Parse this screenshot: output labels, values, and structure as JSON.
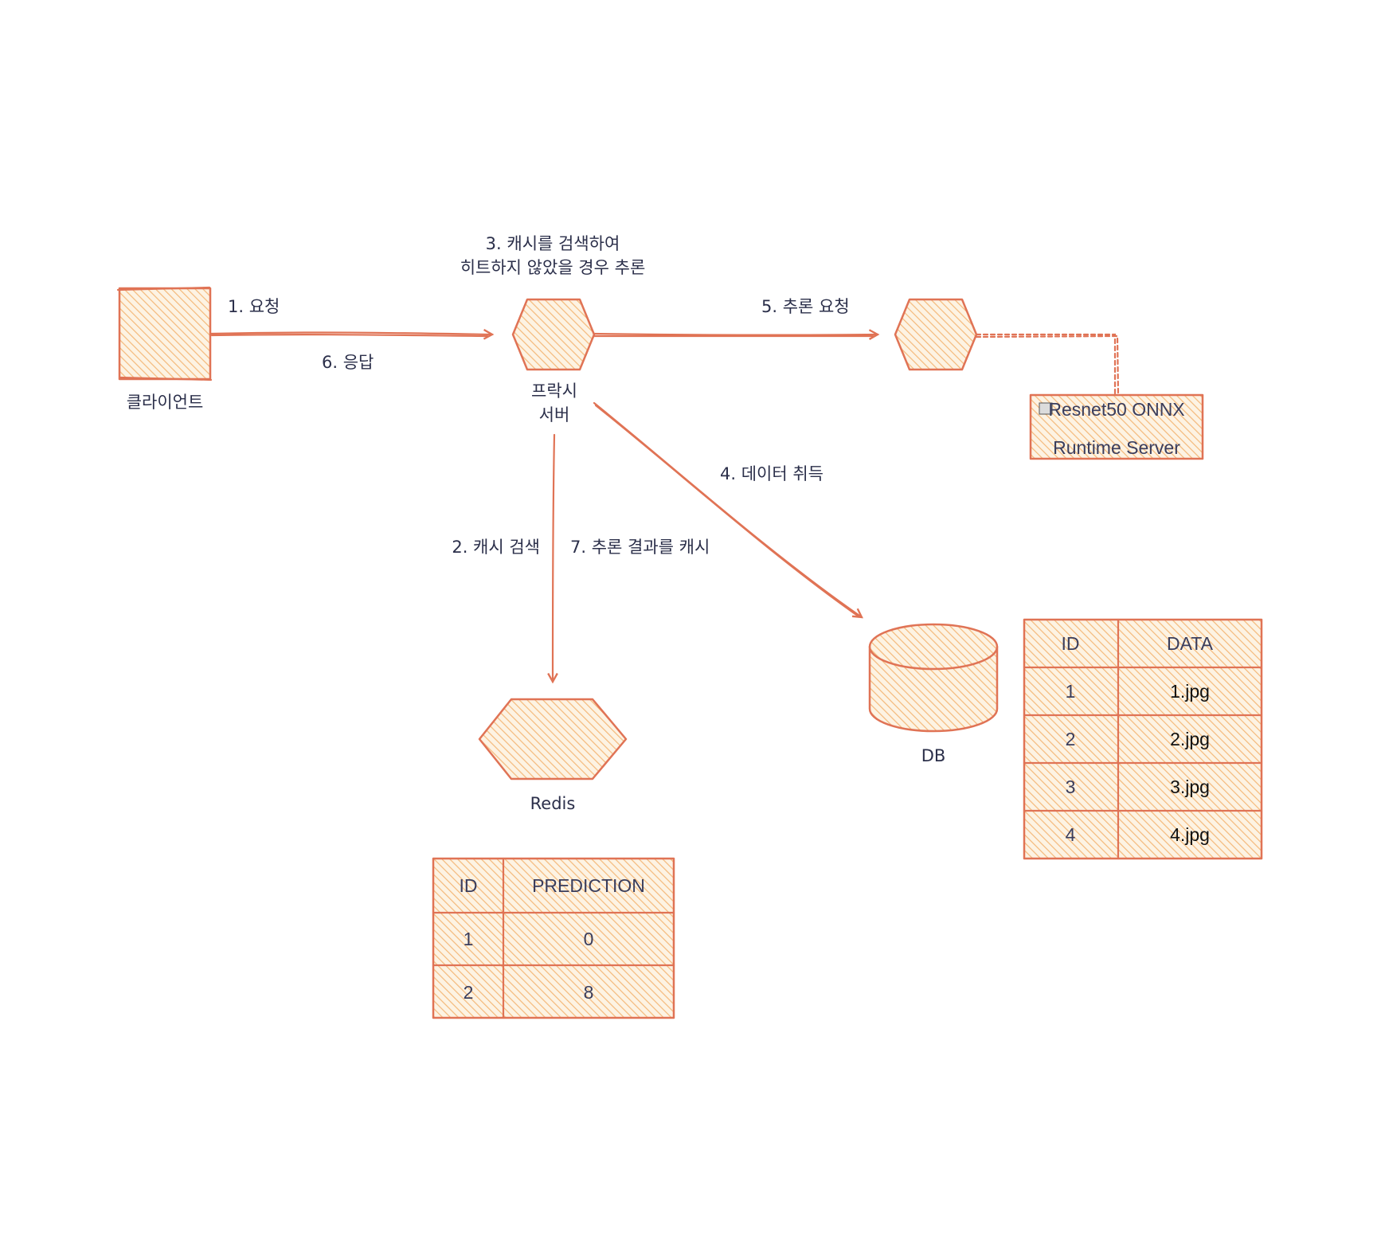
{
  "colors": {
    "stroke": "#e07355",
    "fill": "#fbd9a6",
    "text": "#2b2f4a"
  },
  "nodes": {
    "client": {
      "label": "클라이언트"
    },
    "proxy": {
      "label_line1": "프락시",
      "label_line2": "서버"
    },
    "inference": {
      "label": ""
    },
    "redis": {
      "label": "Redis"
    },
    "db": {
      "label": "DB"
    },
    "runtime_server": {
      "line1": "Resnet50 ONNX",
      "line2": "Runtime Server"
    }
  },
  "edges": {
    "request": "1. 요청",
    "response": "6. 응답",
    "cache_search": "2. 캐시 검색",
    "cache_result": "7. 추론 결과를 캐시",
    "search_note_line1": "3. 캐시를 검색하여",
    "search_note_line2": "히트하지 않았을 경우 추론",
    "get_data": "4. 데이터 취득",
    "inference_request": "5. 추론 요청"
  },
  "redis_table": {
    "headers": [
      "ID",
      "PREDICTION"
    ],
    "rows": [
      [
        "1",
        "0"
      ],
      [
        "2",
        "8"
      ]
    ]
  },
  "db_table": {
    "headers": [
      "ID",
      "DATA"
    ],
    "rows": [
      [
        "1",
        "1.jpg"
      ],
      [
        "2",
        "2.jpg"
      ],
      [
        "3",
        "3.jpg"
      ],
      [
        "4",
        "4.jpg"
      ]
    ]
  }
}
